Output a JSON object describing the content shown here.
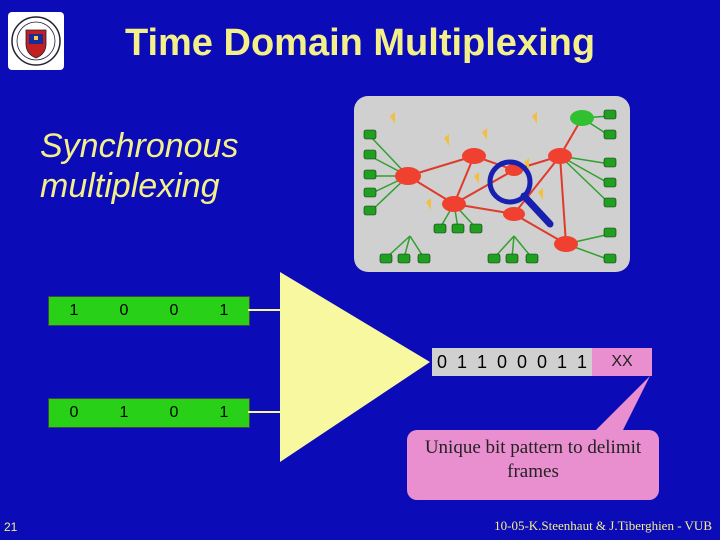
{
  "title": "Time Domain Multiplexing",
  "subtitle": "Synchronous multiplexing",
  "input_channels": [
    {
      "bits": [
        "1",
        "0",
        "0",
        "1"
      ]
    },
    {
      "bits": [
        "0",
        "1",
        "0",
        "1"
      ]
    }
  ],
  "output_stream": {
    "bits": [
      "0",
      "1",
      "1",
      "0",
      "0",
      "0",
      "1",
      "1"
    ],
    "tail": "XX"
  },
  "callout": {
    "text": "Unique bit pattern to delimit frames"
  },
  "page_number": "21",
  "footer": "10-05-K.Steenhaut & J.Tiberghien - VUB",
  "colors": {
    "background": "#0b0bb8",
    "title": "#f3f08a",
    "bit_green": "#28d018",
    "callout_pink": "#e98fcf",
    "mux_yellow": "#f8f8a0"
  },
  "icons": [
    "university-logo-icon",
    "telephone-icon",
    "network-node-icon",
    "magnifier-icon"
  ]
}
